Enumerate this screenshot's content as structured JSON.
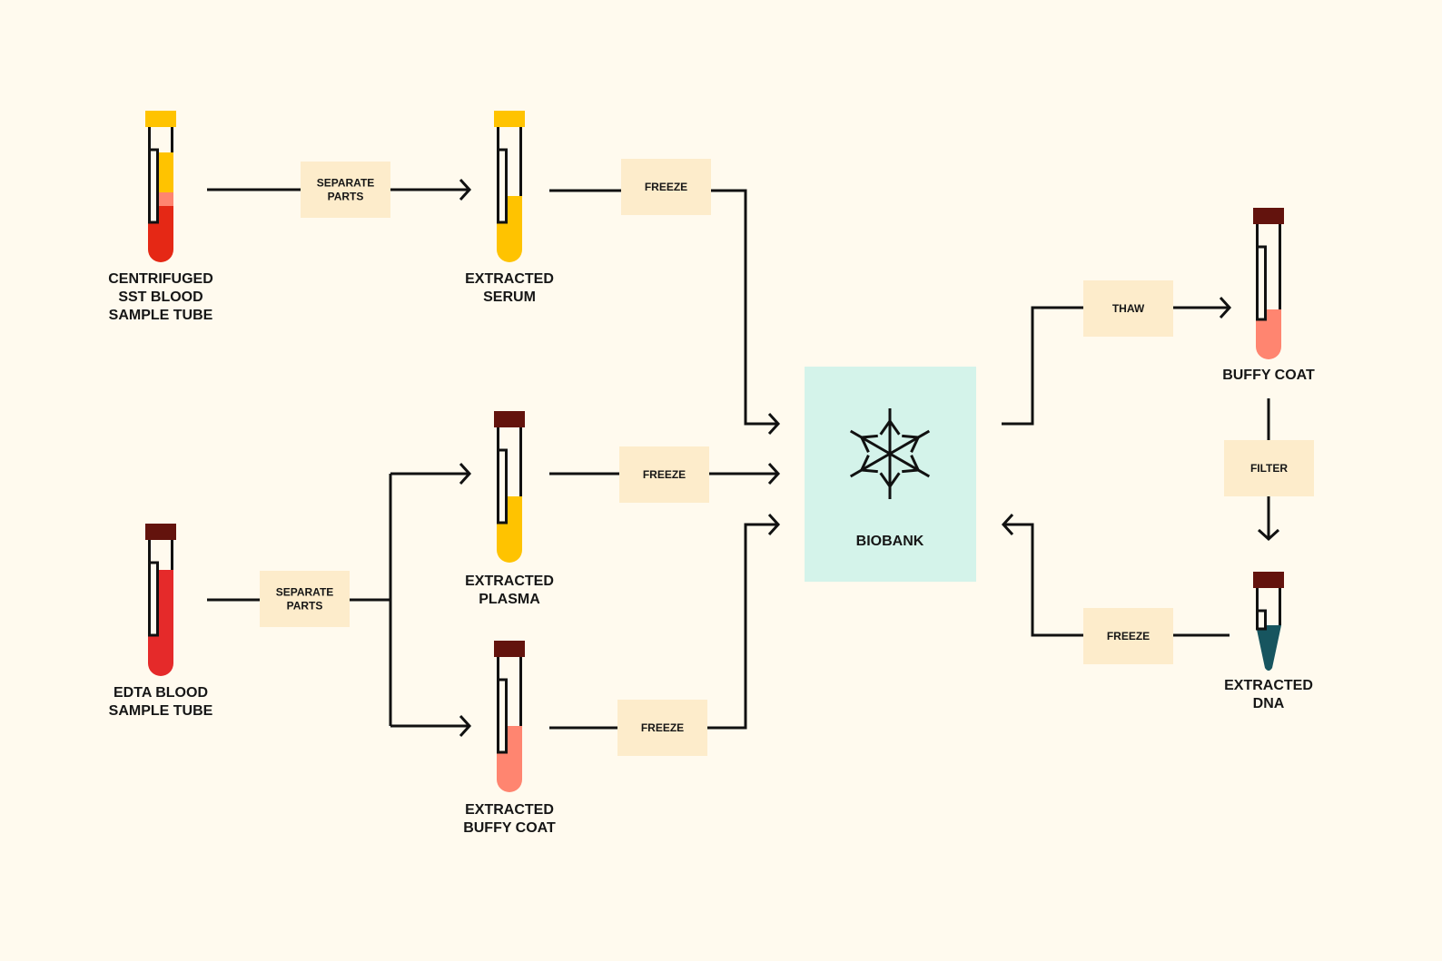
{
  "colors": {
    "background": "#fffaee",
    "box": "#fdeccb",
    "biobank": "#d4f3ea",
    "serum": "#ffc300",
    "blood": "#e52815",
    "buffy": "#ff8570",
    "cap_dark": "#63130d",
    "dna": "#17555f",
    "edta_blood": "#e52a2a"
  },
  "tubes": {
    "sst": [
      "CENTRIFUGED",
      "SST BLOOD",
      "SAMPLE TUBE"
    ],
    "serum": [
      "EXTRACTED",
      "SERUM"
    ],
    "edta": [
      "EDTA BLOOD",
      "SAMPLE TUBE"
    ],
    "plasma": [
      "EXTRACTED",
      "PLASMA"
    ],
    "buffy_extracted": [
      "EXTRACTED",
      "BUFFY COAT"
    ],
    "buffy_right": [
      "BUFFY COAT"
    ],
    "dna": [
      "EXTRACTED",
      "DNA"
    ]
  },
  "steps": {
    "separate1": [
      "SEPARATE",
      "PARTS"
    ],
    "separate2": [
      "SEPARATE",
      "PARTS"
    ],
    "freeze1": [
      "FREEZE"
    ],
    "freeze2": [
      "FREEZE"
    ],
    "freeze3": [
      "FREEZE"
    ],
    "freeze4": [
      "FREEZE"
    ],
    "thaw": [
      "THAW"
    ],
    "filter": [
      "FILTER"
    ]
  },
  "biobank": {
    "label": "BIOBANK",
    "icon": "snowflake-icon"
  }
}
